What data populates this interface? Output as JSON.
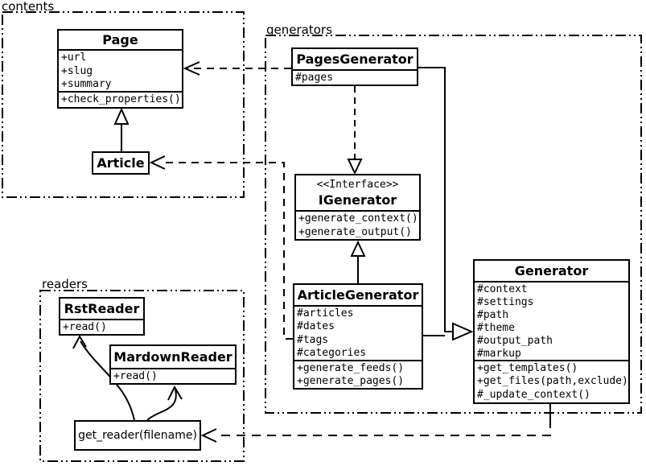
{
  "diagram": {
    "type": "uml-class-diagram",
    "colors": {
      "background": "#ffffff",
      "line": "#000000",
      "box_fill": "#ffffff"
    },
    "packages": {
      "contents": "contents",
      "generators": "generators",
      "readers": "readers"
    },
    "classes": {
      "page": {
        "name": "Page",
        "attributes": [
          "+url",
          "+slug",
          "+summary"
        ],
        "methods": [
          "+check_properties()"
        ]
      },
      "article": {
        "name": "Article"
      },
      "pages_generator": {
        "name": "PagesGenerator",
        "attributes": [
          "#pages"
        ]
      },
      "igenerator": {
        "stereotype": "<<Interface>>",
        "name": "IGenerator",
        "methods": [
          "+generate_context()",
          "+generate_output()"
        ]
      },
      "article_generator": {
        "name": "ArticleGenerator",
        "attributes": [
          "#articles",
          "#dates",
          "#tags",
          "#categories"
        ],
        "methods": [
          "+generate_feeds()",
          "+generate_pages()"
        ]
      },
      "generator": {
        "name": "Generator",
        "attributes": [
          "#context",
          "#settings",
          "#path",
          "#theme",
          "#output_path",
          "#markup"
        ],
        "methods": [
          "+get_templates()",
          "+get_files(path,exclude)",
          "#_update_context()"
        ]
      },
      "rst_reader": {
        "name": "RstReader",
        "methods": [
          "+read()"
        ]
      },
      "mardown_reader": {
        "name": "MardownReader",
        "methods": [
          "+read()"
        ]
      },
      "get_reader": {
        "name": "get_reader(filename)"
      }
    },
    "relationships": [
      {
        "from": "Article",
        "to": "Page",
        "type": "generalization"
      },
      {
        "from": "PagesGenerator",
        "to": "Page",
        "type": "dependency"
      },
      {
        "from": "ArticleGenerator",
        "to": "Article",
        "type": "dependency"
      },
      {
        "from": "PagesGenerator",
        "to": "IGenerator",
        "type": "realization"
      },
      {
        "from": "ArticleGenerator",
        "to": "IGenerator",
        "type": "generalization"
      },
      {
        "from": "PagesGenerator",
        "to": "Generator",
        "type": "generalization"
      },
      {
        "from": "ArticleGenerator",
        "to": "Generator",
        "type": "generalization"
      },
      {
        "from": "Generator",
        "to": "get_reader(filename)",
        "type": "dependency"
      },
      {
        "from": "get_reader(filename)",
        "to": "RstReader",
        "type": "arrow"
      },
      {
        "from": "get_reader(filename)",
        "to": "MardownReader",
        "type": "arrow"
      }
    ]
  }
}
